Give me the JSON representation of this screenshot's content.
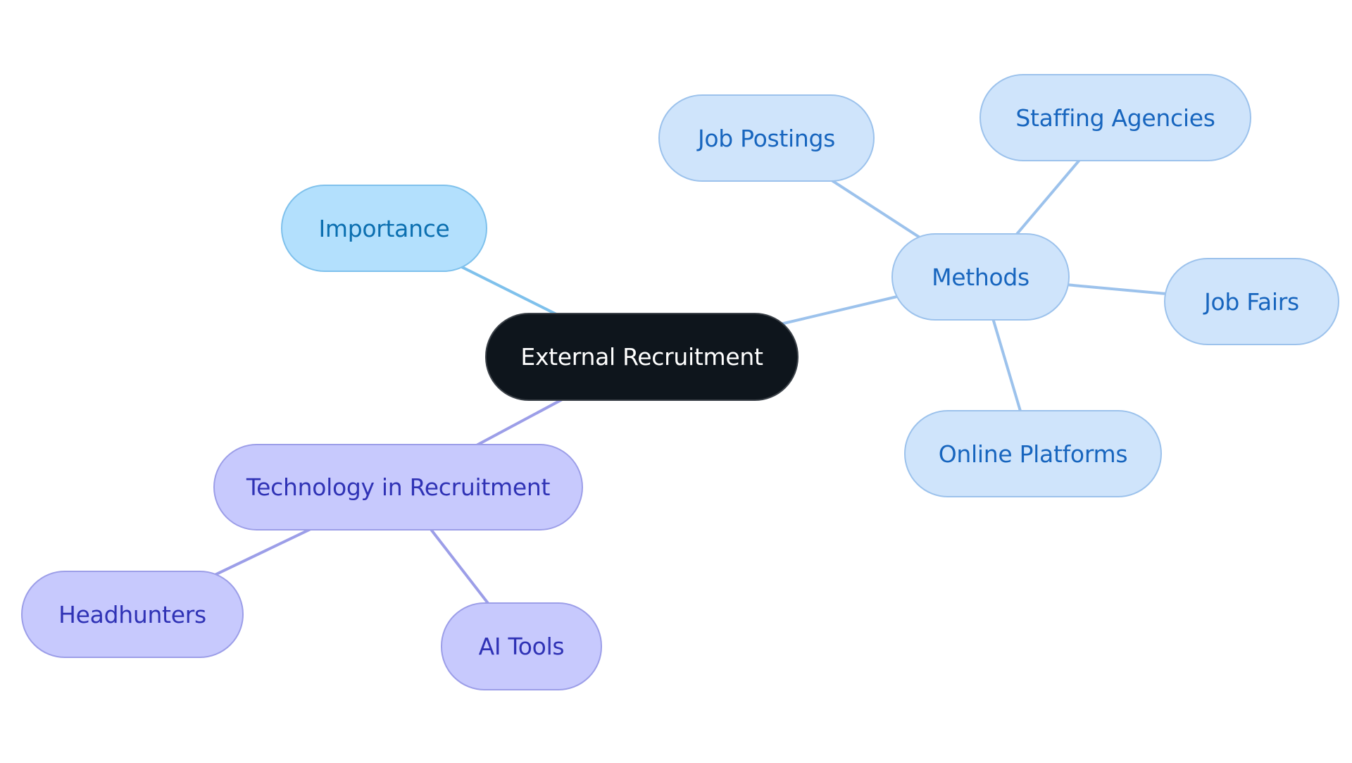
{
  "diagram": {
    "type": "mind-map",
    "root": {
      "id": "root",
      "label": "External Recruitment"
    },
    "nodes": [
      {
        "id": "importance",
        "label": "Importance",
        "parent": "root",
        "theme": "cyan"
      },
      {
        "id": "methods",
        "label": "Methods",
        "parent": "root",
        "theme": "blue"
      },
      {
        "id": "jobpost",
        "label": "Job Postings",
        "parent": "methods",
        "theme": "blue"
      },
      {
        "id": "staffing",
        "label": "Staffing Agencies",
        "parent": "methods",
        "theme": "blue"
      },
      {
        "id": "jobfairs",
        "label": "Job Fairs",
        "parent": "methods",
        "theme": "blue"
      },
      {
        "id": "online",
        "label": "Online Platforms",
        "parent": "methods",
        "theme": "blue"
      },
      {
        "id": "tech",
        "label": "Technology in Recruitment",
        "parent": "root",
        "theme": "purple"
      },
      {
        "id": "head",
        "label": "Headhunters",
        "parent": "tech",
        "theme": "purple"
      },
      {
        "id": "ai",
        "label": "AI Tools",
        "parent": "tech",
        "theme": "purple"
      }
    ],
    "edge_colors": {
      "cyan": "#7fc1ec",
      "blue": "#9cc2ec",
      "purple": "#9c9ee8"
    }
  }
}
